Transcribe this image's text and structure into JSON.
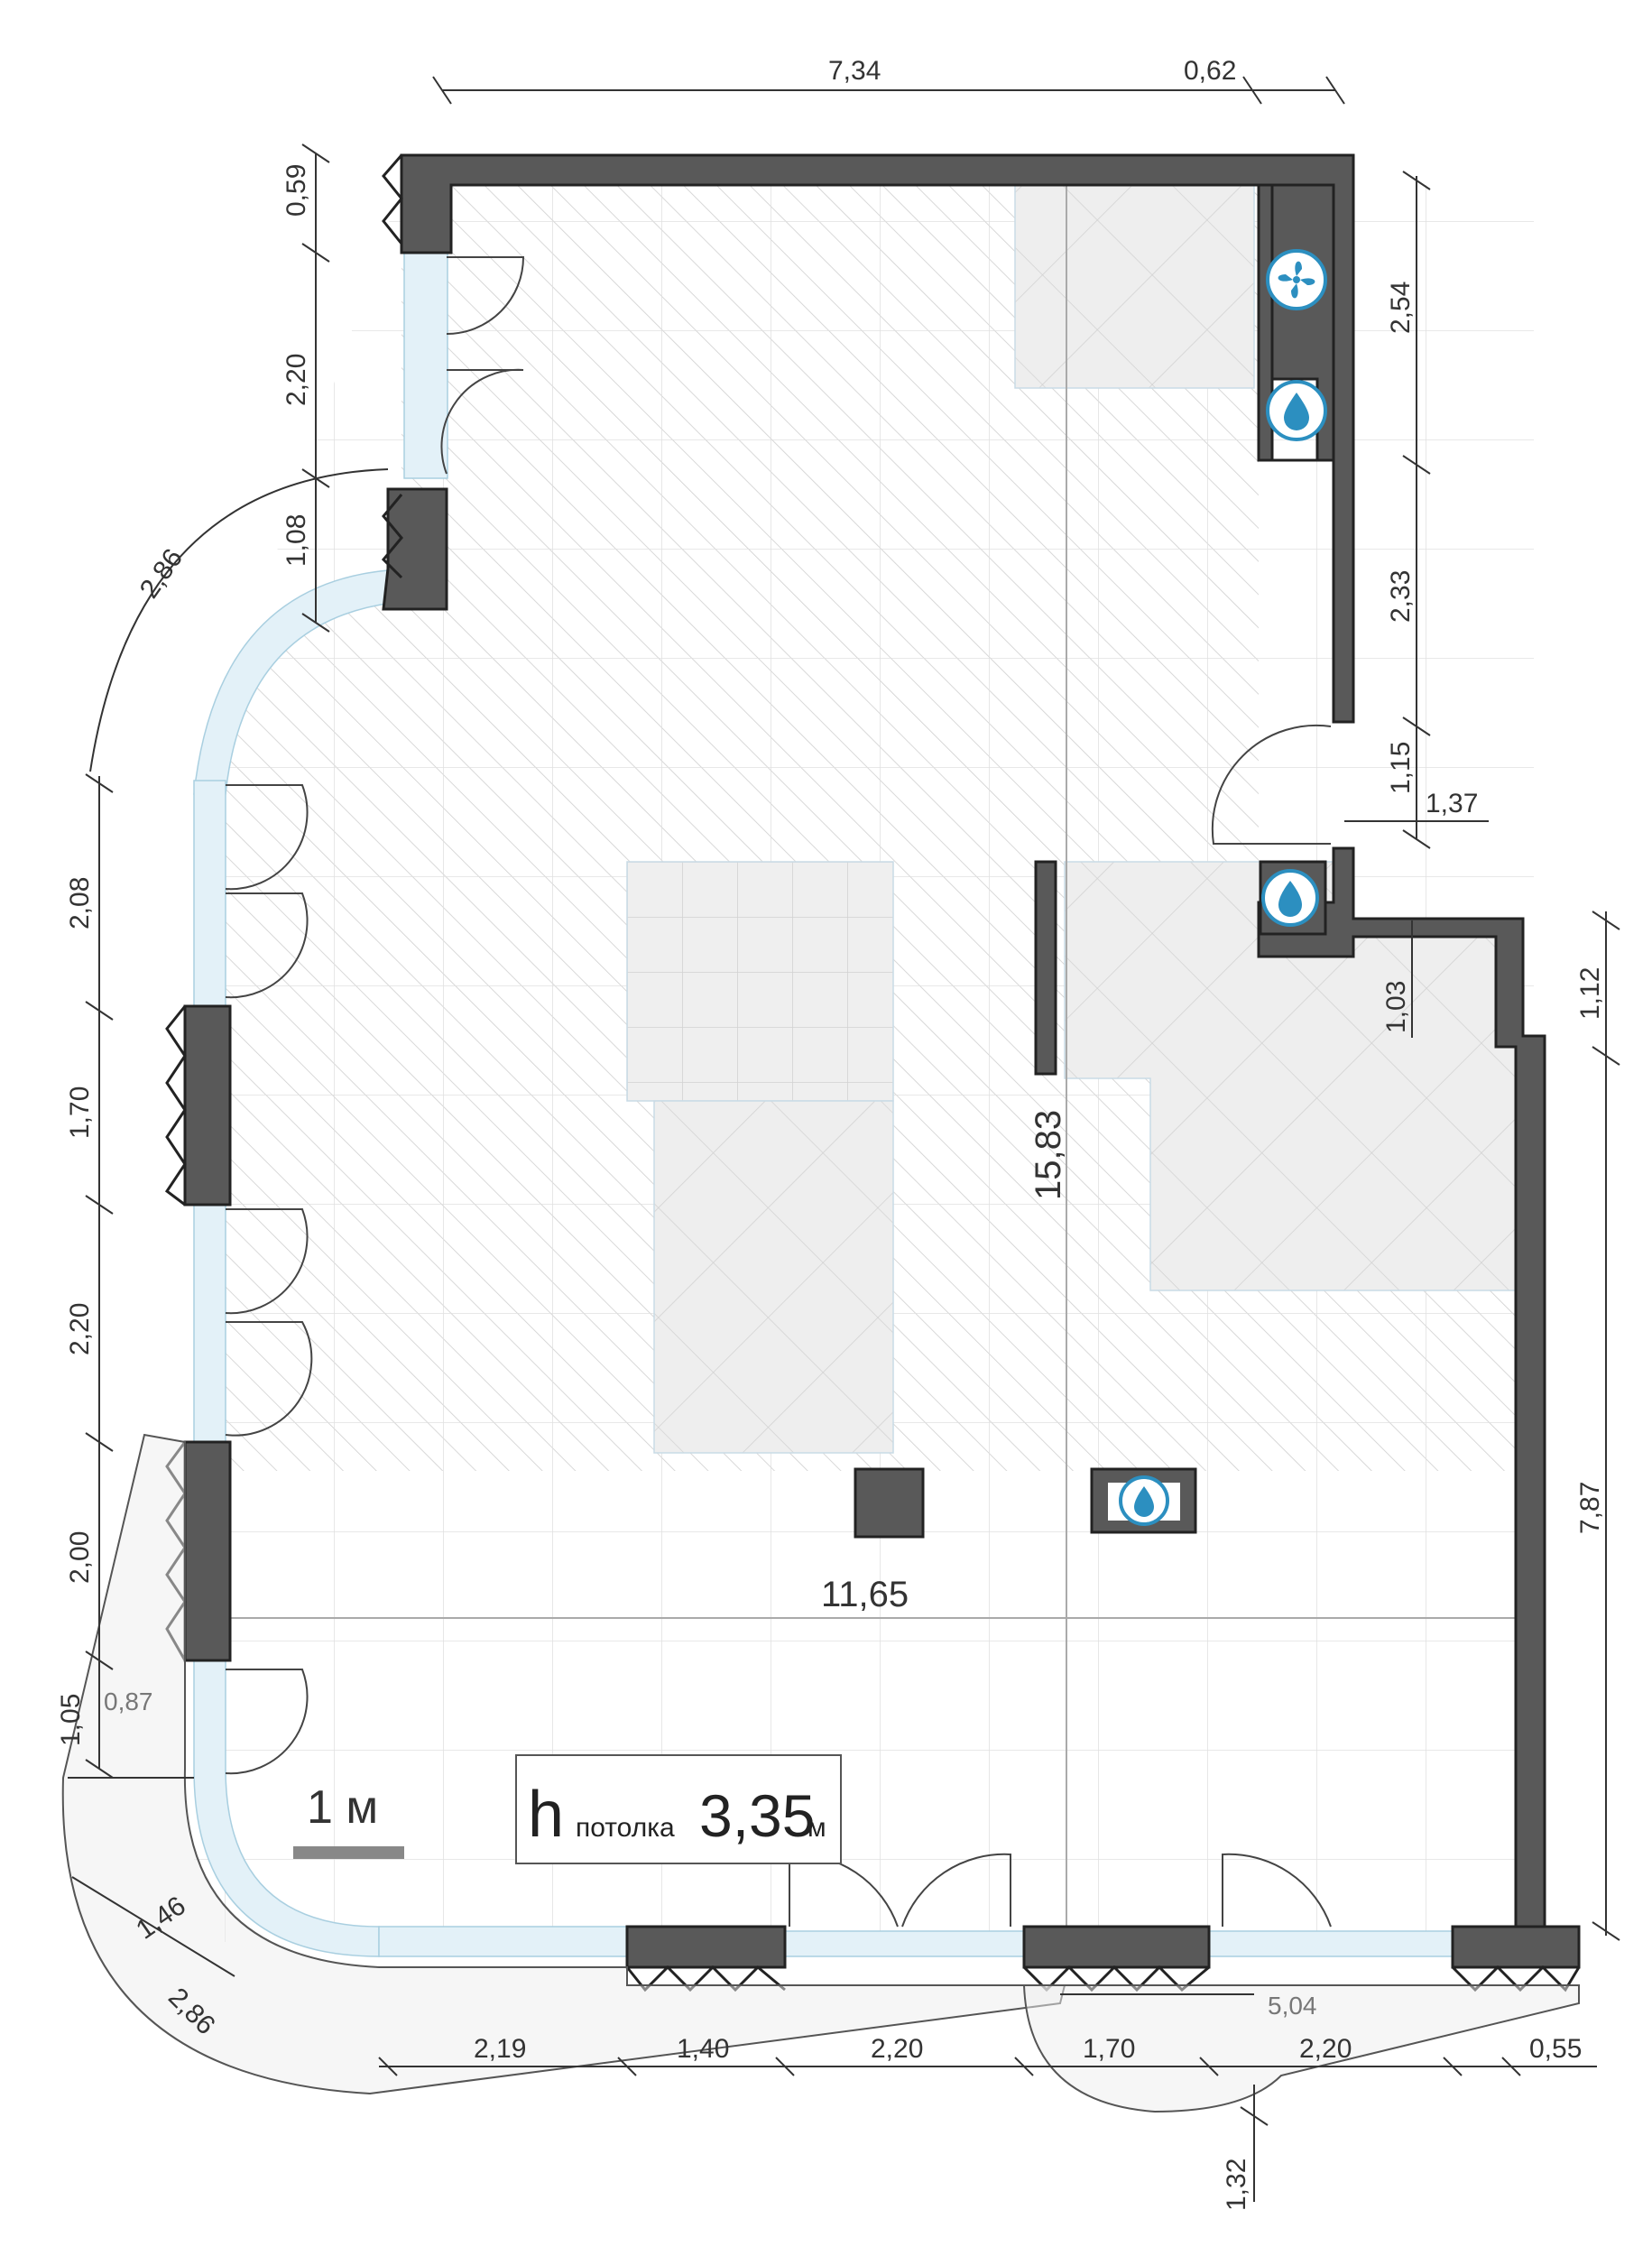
{
  "plan": {
    "ceiling": {
      "h": "h",
      "label": "потолка",
      "value": "3,35",
      "unit": "м"
    },
    "scale_label": "1 м",
    "dimensions": {
      "top_734": "7,34",
      "top_062": "0,62",
      "left_059": "0,59",
      "left_220a": "2,20",
      "left_108": "1,08",
      "arc_286a": "2,86",
      "left_208": "2,08",
      "left_170": "1,70",
      "left_220b": "2,20",
      "left_200": "2,00",
      "left_105": "1,05",
      "left_087": "0,87",
      "arc_146": "1,46",
      "arc_286b": "2,86",
      "right_254": "2,54",
      "right_233": "2,33",
      "right_115": "1,15",
      "right_137": "1,37",
      "right_103": "1,03",
      "right_112": "1,12",
      "right_787": "7,87",
      "center_1583": "15,83",
      "width_1165": "11,65",
      "bottom_219": "2,19",
      "bottom_140": "1,40",
      "bottom_220a": "2,20",
      "bottom_170": "1,70",
      "bottom_220b": "2,20",
      "bottom_055": "0,55",
      "bottom_504": "5,04",
      "bottom_132": "1,32"
    },
    "colors": {
      "wall": "#555555",
      "glass": "#e3f1f8",
      "accent": "#2c8fc0",
      "tile": "#eeeeee",
      "hatch": "#c8c8c8"
    },
    "icons": [
      "fan-icon",
      "water-drop-icon"
    ]
  }
}
